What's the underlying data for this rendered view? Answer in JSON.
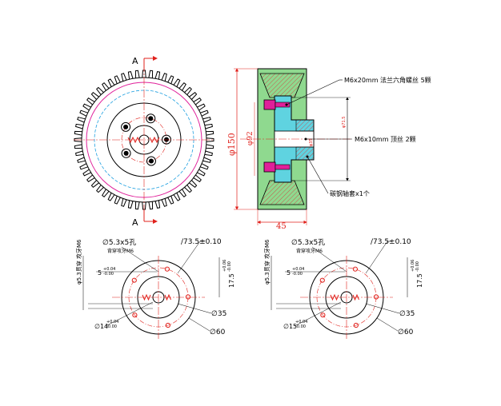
{
  "front_view": {
    "section_mark_top": "A",
    "section_mark_bottom": "A"
  },
  "side_view": {
    "dia_150": "φ150",
    "dia_92": "φ92",
    "dia_inner": "φ71.5",
    "dia_small": "φ35",
    "width_45": "45",
    "callout_screw_m6x20": "M6x20mm 法兰六角螺丝 5颗",
    "callout_set_screw": "M6x10mm 顶丝 2颗",
    "callout_sleeve": "碳钢轴套x1个"
  },
  "hub_left": {
    "hole_label": "∅5.3x5孔",
    "hole_note": "背穿攻牙M6",
    "pcd_label": "∕73.5±0.10",
    "side_note": "φ5.3贯穿 攻牙M6",
    "key_width": "5",
    "key_tol_upper": "+0.04",
    "key_tol_lower": "-0.00",
    "key_depth": "17.5",
    "key_depth_tol_upper": "+0.06",
    "key_depth_tol_lower": "-0.00",
    "bore_label": "∅14",
    "bore_tol_upper": "+0.04",
    "bore_tol_lower": "-0.00",
    "hub_dia": "∅35",
    "outer_dia": "∅60"
  },
  "hub_right": {
    "hole_label": "∅5.3x5孔",
    "hole_note": "背穿攻牙M6",
    "pcd_label": "∕73.5±0.10",
    "side_note": "φ5.3贯穿 攻牙M6",
    "key_width": "5",
    "key_tol_upper": "+0.04",
    "key_tol_lower": "-0.00",
    "key_depth": "17.5",
    "key_depth_tol_upper": "+0.06",
    "key_depth_tol_lower": "-0.00",
    "bore_label": "∅15",
    "bore_tol_upper": "+0.04",
    "bore_tol_lower": "-0.00",
    "hub_dia": "∅35",
    "outer_dia": "∅60"
  },
  "colors": {
    "outline": "#000000",
    "dimension": "#e0201b",
    "centerline": "#e0201b",
    "hidden": "#1fa0e0",
    "pitch": "#e0209a",
    "section_fill_green": "#8fd98f",
    "section_fill_cyan": "#5fd3e0",
    "hatch": "#d23a3a"
  }
}
